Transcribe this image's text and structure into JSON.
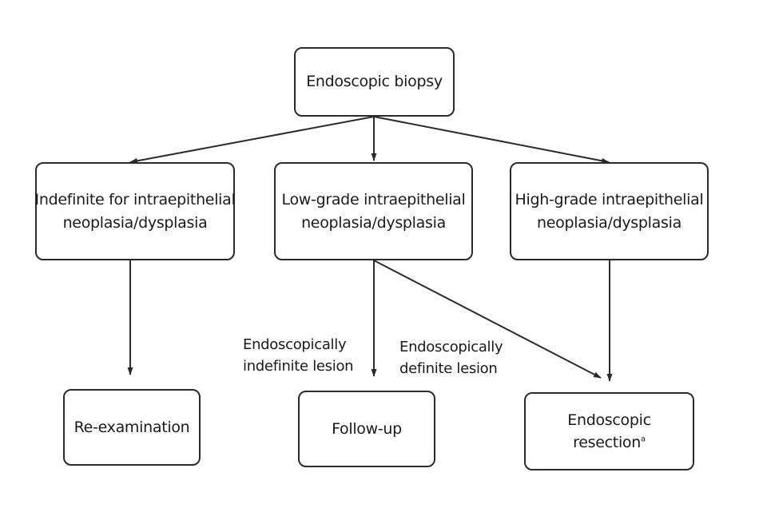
{
  "diagram": {
    "nodes": {
      "biopsy": {
        "label": "Endoscopic biopsy"
      },
      "indefinite": {
        "line1": "Indefinite for intraepithelial",
        "line2": "neoplasia/dysplasia"
      },
      "low_grade": {
        "line1": "Low-grade intraepithelial",
        "line2": "neoplasia/dysplasia"
      },
      "high_grade": {
        "line1": "High-grade intraepithelial",
        "line2": "neoplasia/dysplasia"
      },
      "reexam": {
        "label": "Re-examination"
      },
      "followup": {
        "label": "Follow-up"
      },
      "resection": {
        "line1": "Endoscopic",
        "line2": "resection",
        "footnote": "a"
      }
    },
    "edge_labels": {
      "indefinite_lesion": {
        "line1": "Endoscopically",
        "line2": "indefinite lesion"
      },
      "definite_lesion": {
        "line1": "Endoscopically",
        "line2": "definite lesion"
      }
    }
  }
}
